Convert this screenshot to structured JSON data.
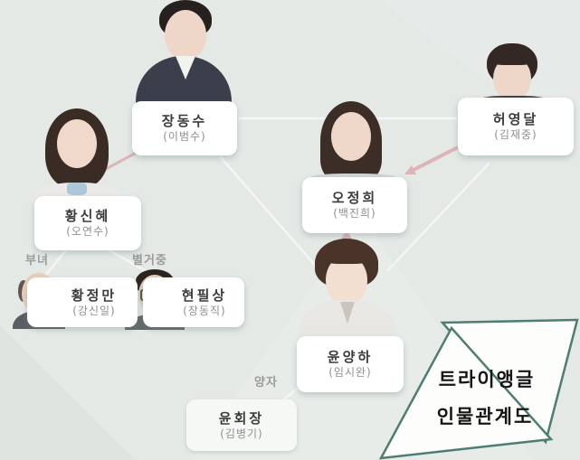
{
  "page": {
    "type": "drama-character-relationship-chart"
  },
  "logo": {
    "line1": "트라이앵글",
    "line2": "인물관계도"
  },
  "characters": [
    {
      "name": "장동수",
      "actor": "(이범수)"
    },
    {
      "name": "허영달",
      "actor": "(김재중)"
    },
    {
      "name": "황신혜",
      "actor": "(오연수)"
    },
    {
      "name": "오정희",
      "actor": "(백진희)"
    },
    {
      "name": "황정만",
      "actor": "(강신일)"
    },
    {
      "name": "현필상",
      "actor": "(장동직)"
    },
    {
      "name": "윤양하",
      "actor": "(임시완)"
    },
    {
      "name": "윤회장",
      "actor": "(김병기)"
    }
  ],
  "relationships": {
    "father_daughter": "부녀",
    "separated": "별거중",
    "adopted_son": "양자"
  },
  "colors": {
    "background": "#e4e9e6",
    "arrow_pink": "#dcb3b6",
    "line_light": "#f5f8f6",
    "logo_teal": "#4d7d73",
    "card_bg": "#ffffff"
  }
}
